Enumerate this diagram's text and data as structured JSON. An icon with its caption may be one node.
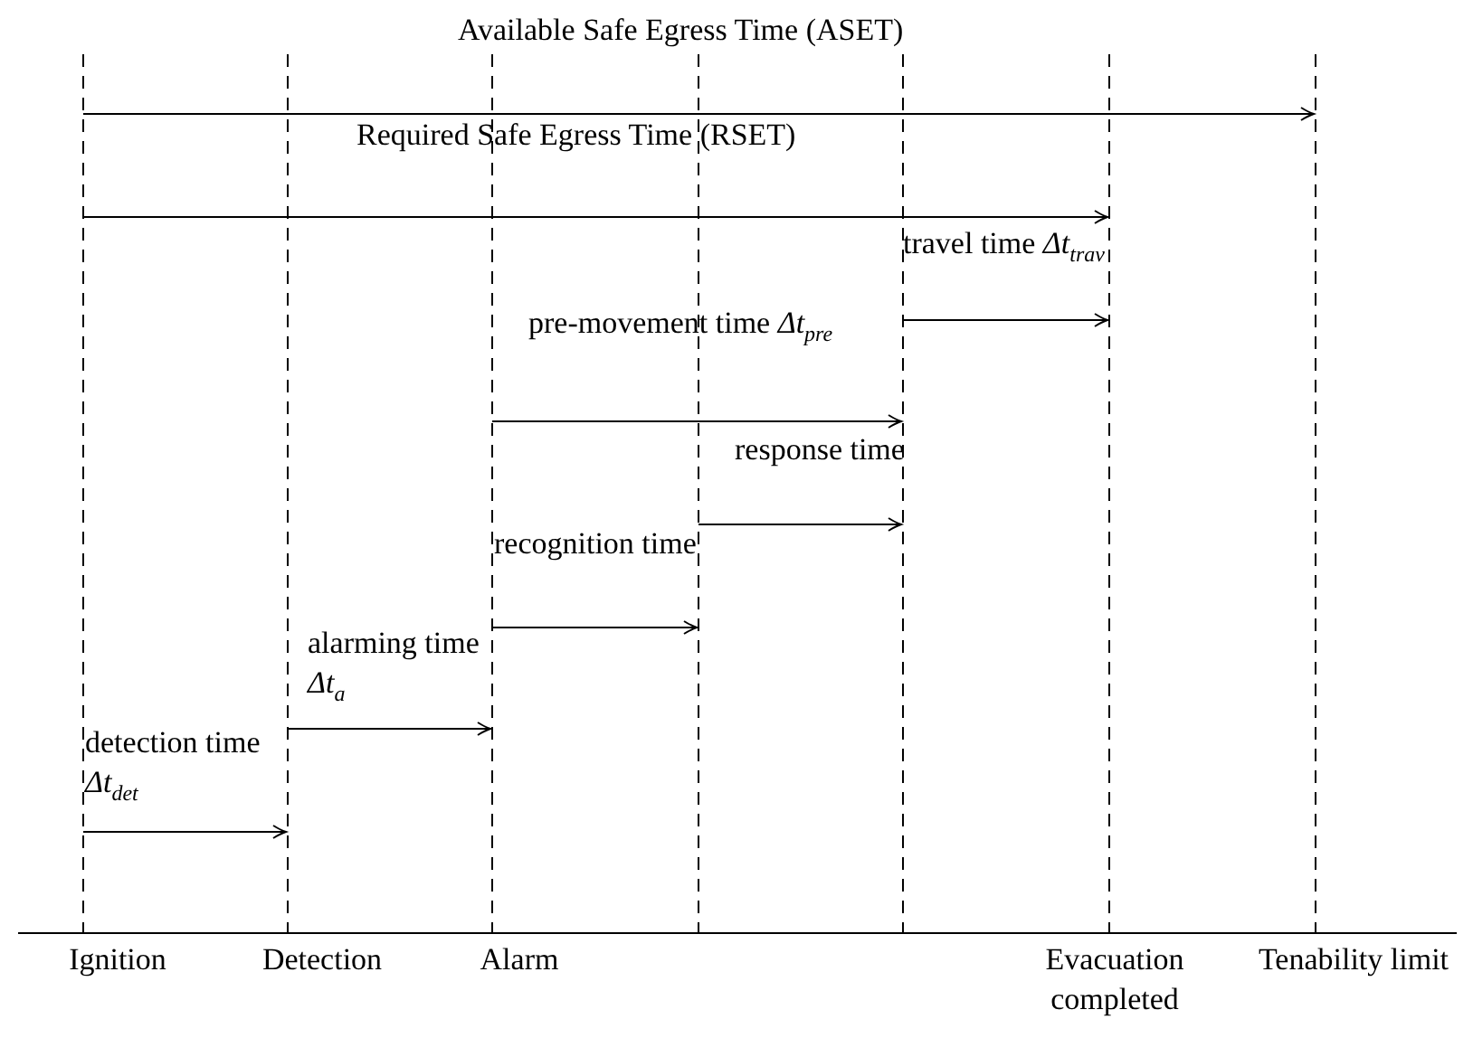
{
  "diagram": {
    "labels": [
      "Available Safe Egress Time (ASET)",
      "Required Safe Egress Time (RSET)",
      "travel time *Δt*$_{trav}$",
      "pre-movement time *Δt*$_{pre}$",
      "response time",
      "recognition time",
      "alarming time *Δt*$_{a}$",
      "detection time *Δt*$_{det}$",
      "Ignition",
      "Detection",
      "Alarm",
      "Evacuation completed",
      "Tenability limit"
    ]
  }
}
